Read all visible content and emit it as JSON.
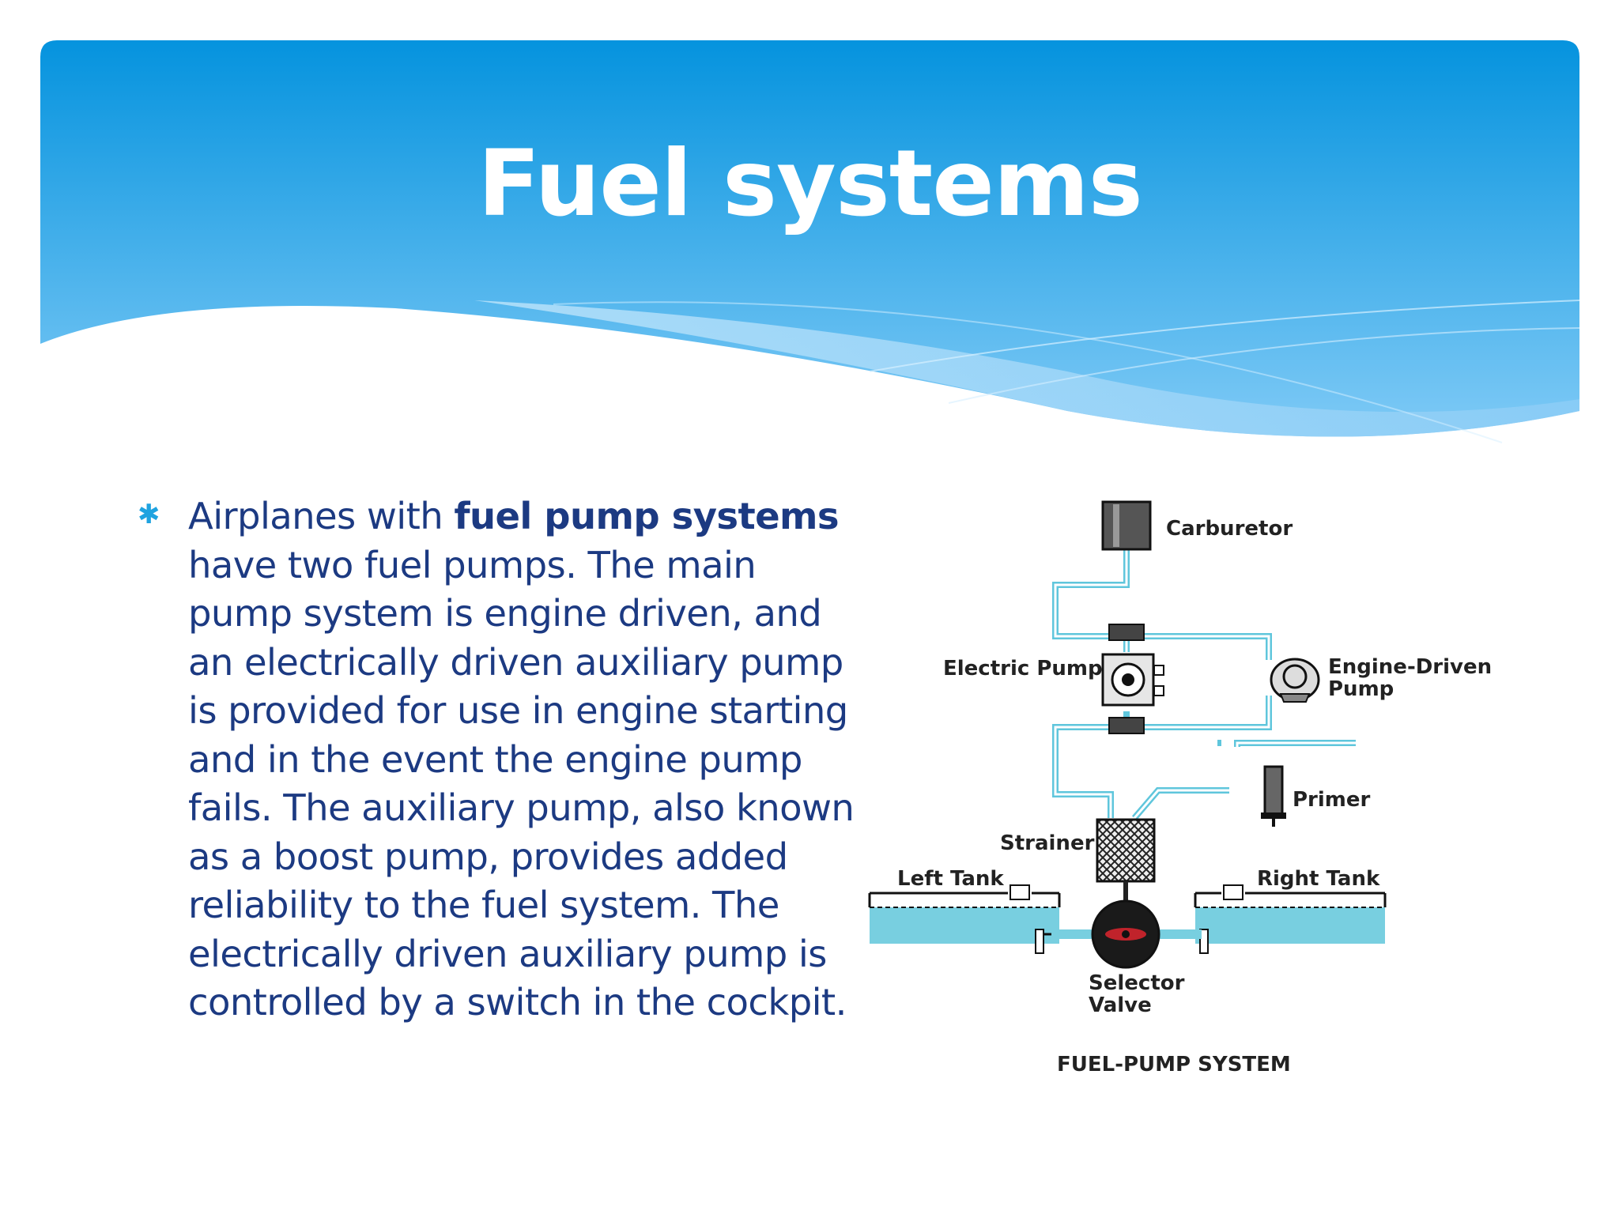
{
  "slide": {
    "title": "Fuel systems",
    "colors": {
      "header_top": "#0593de",
      "header_light": "#8dcdf6",
      "text": "#1c3a82",
      "bullet": "#1fa3e0",
      "fuel": "#78cfe0"
    }
  },
  "bullet": {
    "marker_icon": "asterisk-icon",
    "text_before": "Airplanes with ",
    "text_bold": "fuel pump systems",
    "text_after": " have two fuel pumps. The main pump system is engine driven, and an electrically driven auxiliary pump is provided for use in engine starting and in the event the engine pump fails. The auxiliary pump, also known as a boost pump, provides added reliability to the fuel system. The electrically driven auxiliary pump is controlled by a switch in the cockpit."
  },
  "diagram": {
    "caption": "FUEL-PUMP SYSTEM",
    "labels": {
      "carburetor": "Carburetor",
      "electric_pump": "Electric Pump",
      "engine_driven_1": "Engine-Driven",
      "engine_driven_2": "Pump",
      "primer": "Primer",
      "strainer": "Strainer",
      "left_tank": "Left Tank",
      "right_tank": "Right Tank",
      "selector_1": "Selector",
      "selector_2": "Valve"
    }
  }
}
